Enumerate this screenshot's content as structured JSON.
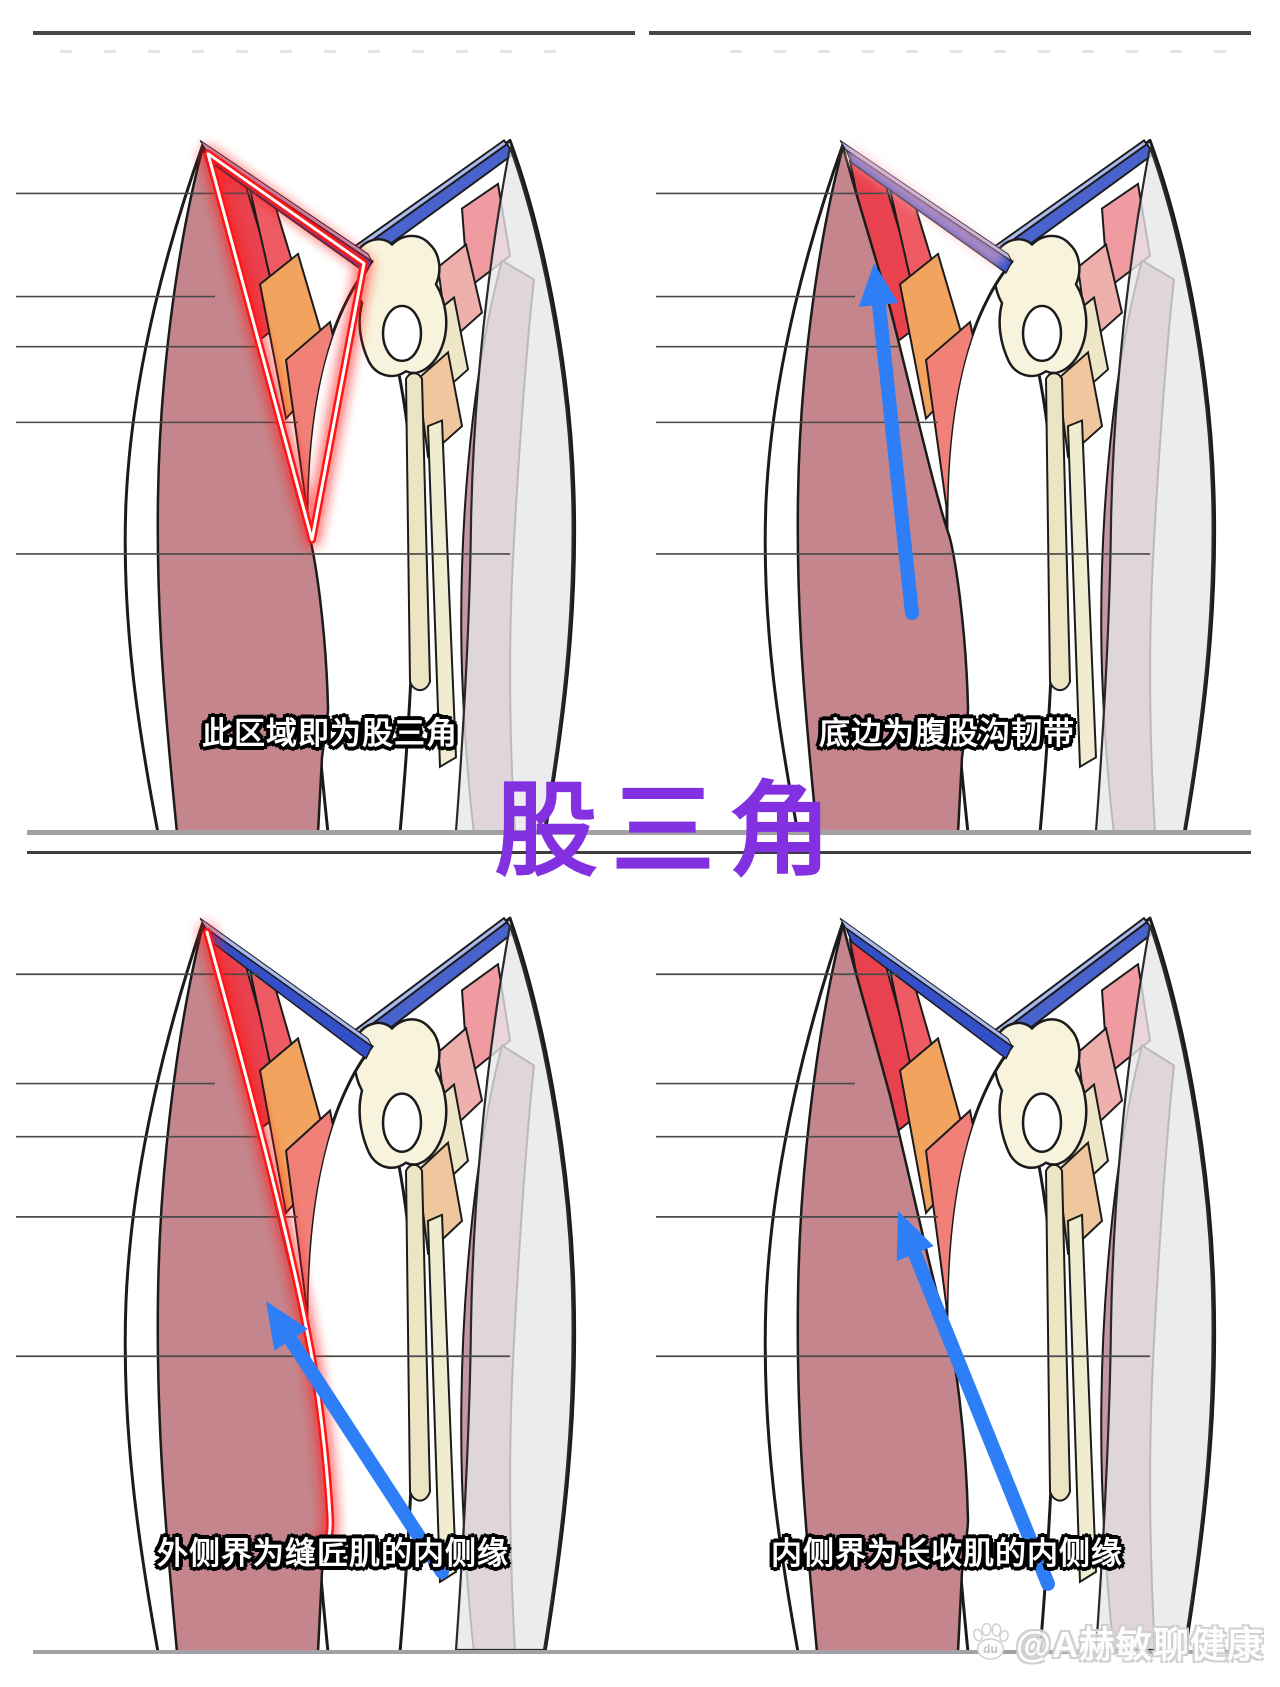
{
  "title": {
    "text": "股三角",
    "color": "#8230e0"
  },
  "panels": [
    {
      "name": "top-left",
      "caption": "此区域即为股三角",
      "annotation": "femoral-triangle-red-outline"
    },
    {
      "name": "top-right",
      "caption": "底边为腹股沟韧带",
      "annotation": "blue-arrow-to-inguinal-ligament"
    },
    {
      "name": "bottom-left",
      "caption": "外侧界为缝匠肌的内侧缘",
      "annotation": "red-outline-sartorius-medial-border-with-blue-arrow"
    },
    {
      "name": "bottom-right",
      "caption": "内侧界为长收肌的内侧缘",
      "annotation": "blue-arrow-to-adductor-longus-medial-border"
    }
  ],
  "watermark": {
    "handle": "@A赫敏聊健康",
    "icon": "baidu-paw-icon",
    "icon_label": "du"
  },
  "colors": {
    "arrow_blue": "#2e7ef7",
    "highlight_red": "#ff1515",
    "title_purple": "#8230e0",
    "divider_dark": "#47474a",
    "divider_gray": "#a2a2a4",
    "muscle_red": "#e8424e",
    "muscle_orange": "#f2a45f",
    "muscle_salmon": "#f08078",
    "muscle_yellow": "#f2e49c",
    "muscle_mauve": "#c4868c",
    "ligament_blue": "#3450c8",
    "intact_leg_gray": "#e7e7ea"
  }
}
